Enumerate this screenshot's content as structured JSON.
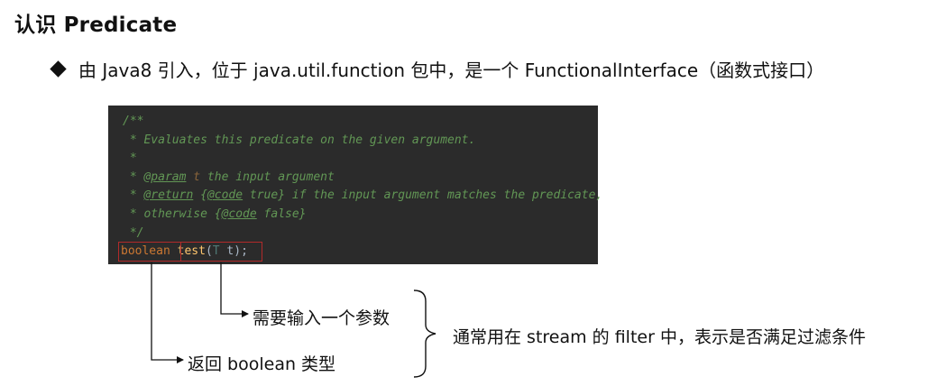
{
  "title": "认识 Predicate",
  "bullet": "由 Java8 引入，位于 java.util.function 包中，是一个 FunctionalInterface（函数式接口）",
  "code": {
    "l1": "/**",
    "l2": " * Evaluates this predicate on the given argument.",
    "l3": " *",
    "l4_a": " * ",
    "l4_tag": "@param",
    "l4_p": " t",
    "l4_b": " the input argument",
    "l5_a": " * ",
    "l5_tag": "@return",
    "l5_b": " {",
    "l5_code": "@code",
    "l5_c": " true} if the input argument matches the predicate,",
    "l6_a": " * otherwise {",
    "l6_code": "@code",
    "l6_b": " false}",
    "l7": " */",
    "l8_kw": "boolean",
    "l8_fn": "test",
    "l8_o": "(",
    "l8_t": "T",
    "l8_rest": " t);"
  },
  "annotations": {
    "param": "需要输入一个参数",
    "return": "返回 boolean 类型",
    "usage": "通常用在 stream 的 filter 中，表示是否满足过滤条件"
  },
  "colors": {
    "code_bg": "#2b2b2b",
    "comment": "#629755",
    "keyword": "#cc7832",
    "method": "#ffc66d",
    "highlight_box": "#b12a2a"
  }
}
